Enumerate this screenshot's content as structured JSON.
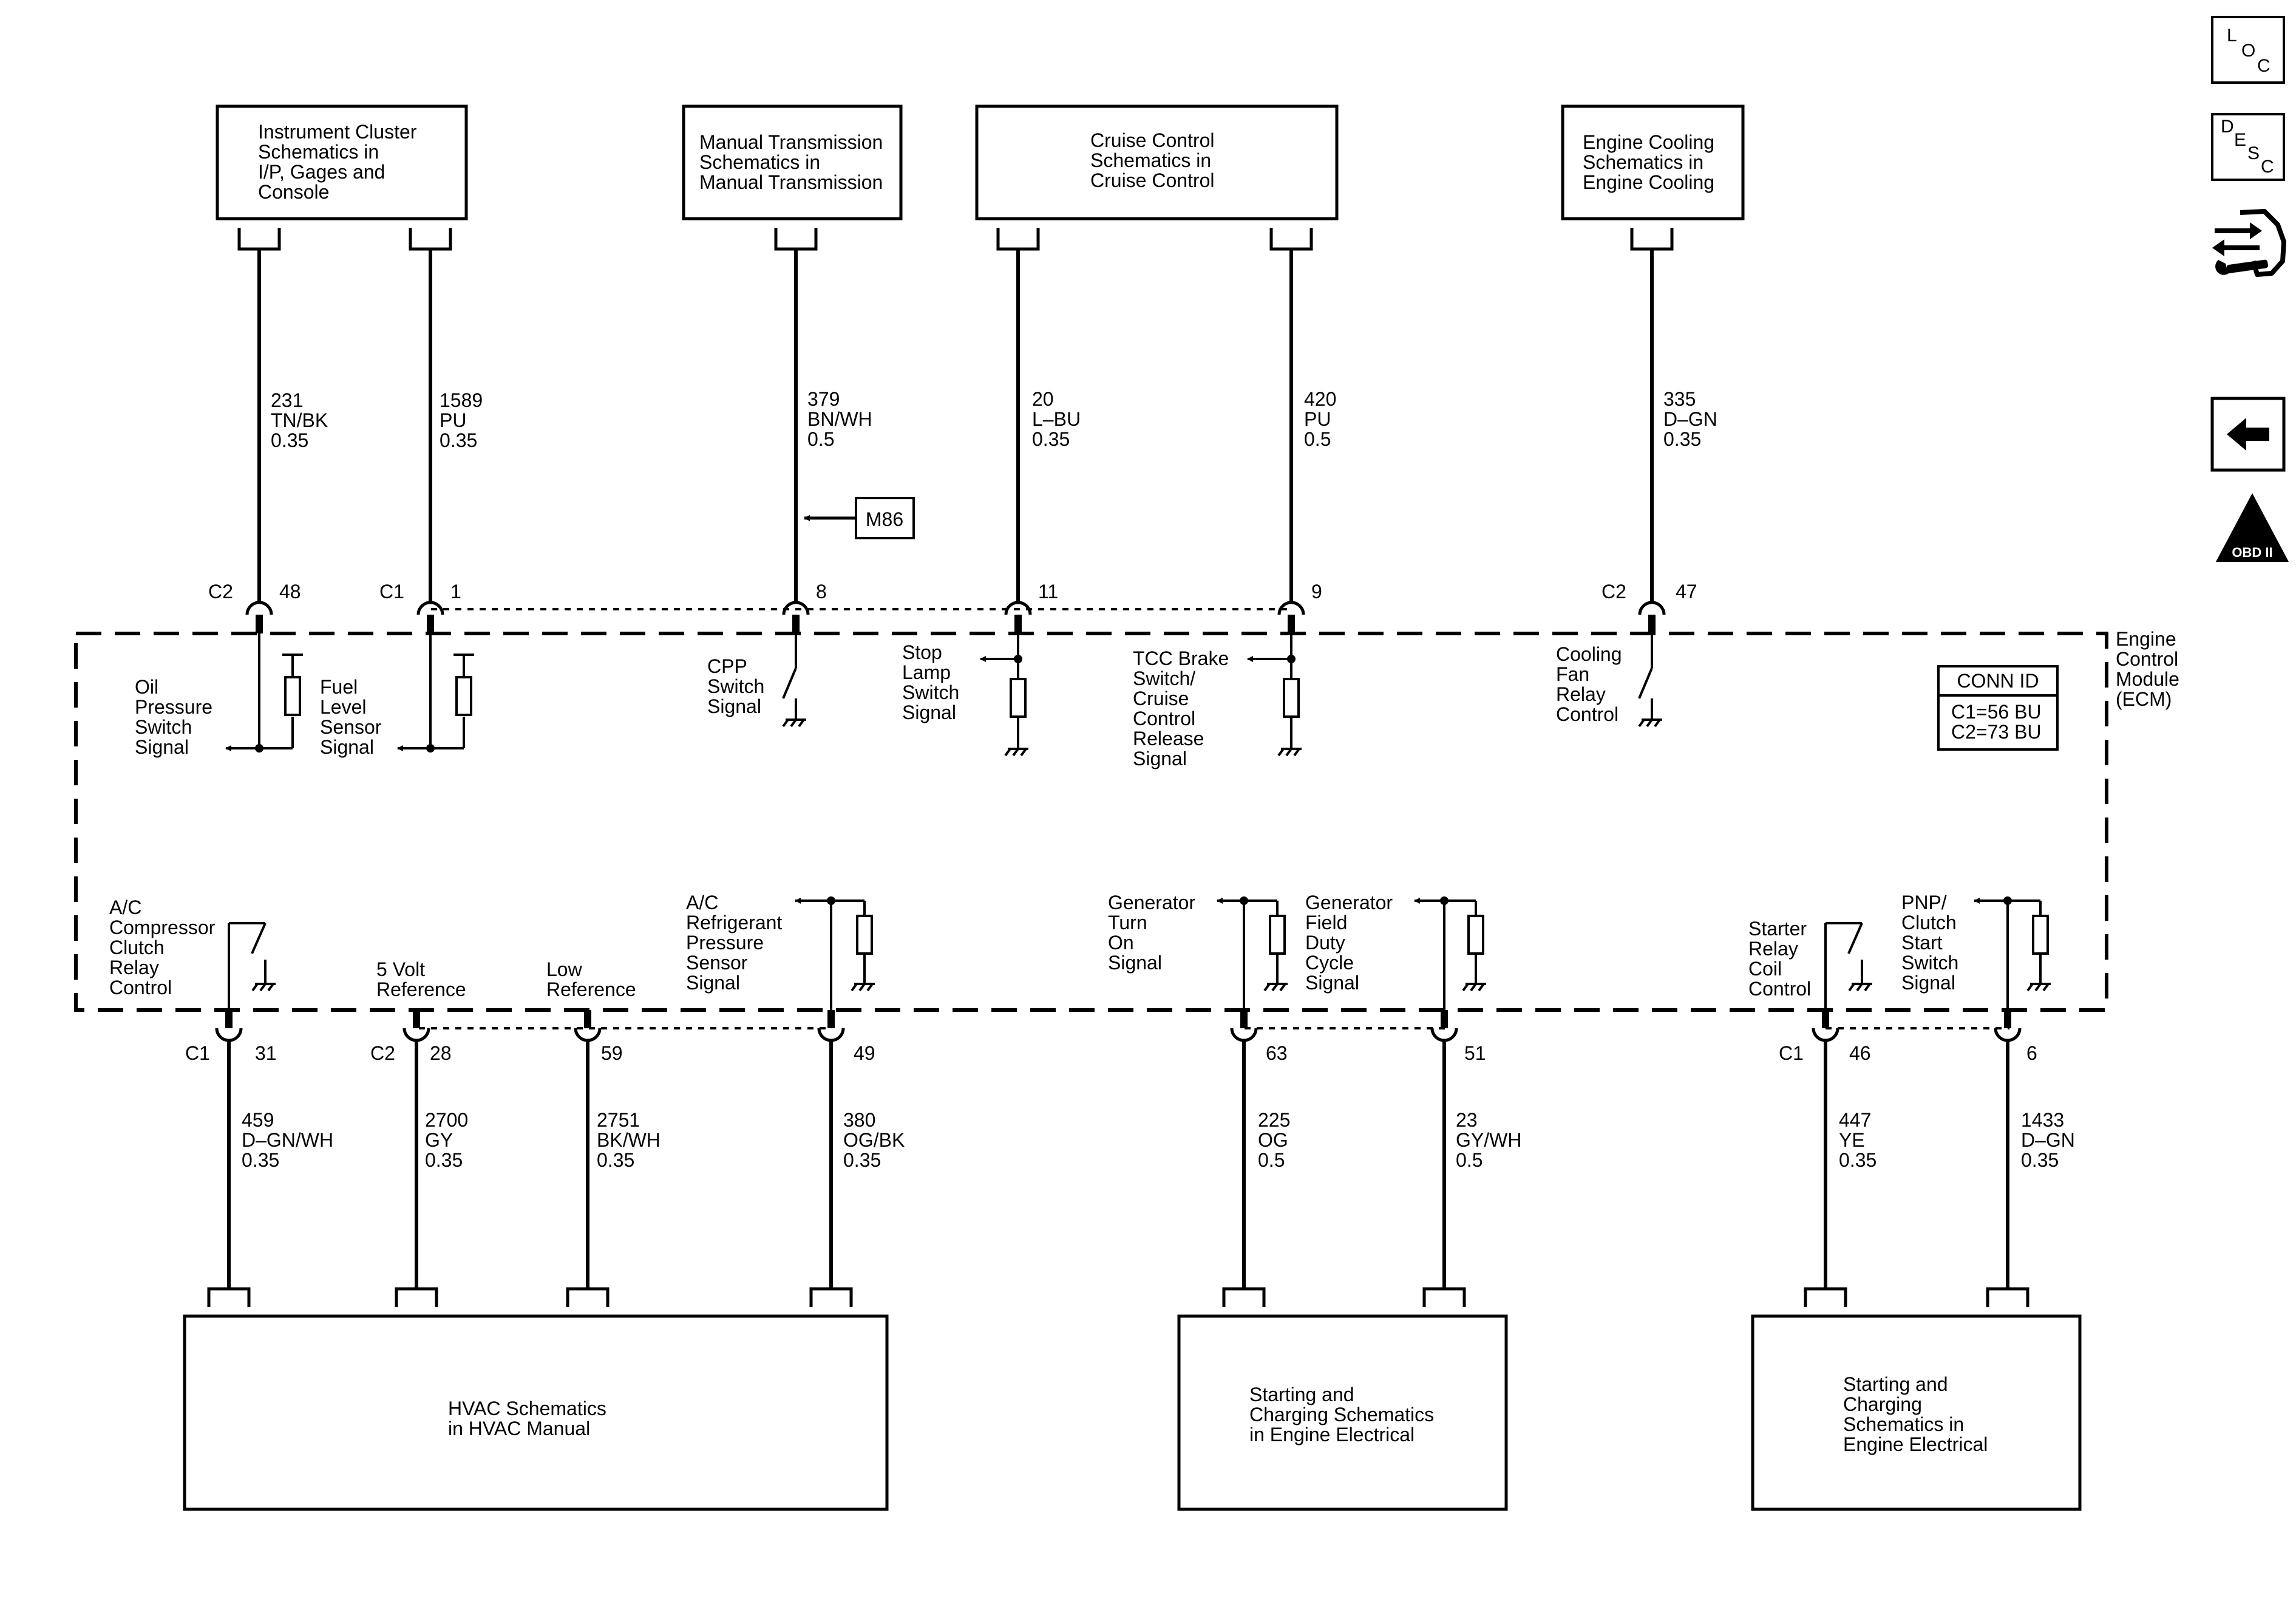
{
  "top_modules": [
    {
      "label": [
        "Instrument Cluster",
        "Schematics in",
        "I/P, Gages and",
        "Console"
      ]
    },
    {
      "label": [
        "Manual Transmission",
        "Schematics in",
        "Manual Transmission"
      ]
    },
    {
      "label": [
        "Cruise Control",
        "Schematics in",
        "Cruise Control"
      ]
    },
    {
      "label": [
        "Engine Cooling",
        "Schematics in",
        "Engine Cooling"
      ]
    }
  ],
  "bottom_modules": [
    {
      "label": [
        "HVAC Schematics",
        "in HVAC Manual"
      ]
    },
    {
      "label": [
        "Starting and",
        "Charging Schematics",
        "in Engine Electrical"
      ]
    },
    {
      "label": [
        "Starting and",
        "Charging",
        "Schematics in",
        "Engine Electrical"
      ]
    }
  ],
  "top_wires": [
    {
      "circuit": "231",
      "color": "TN/BK",
      "gauge": "0.35",
      "connector": "C2",
      "pin": "48",
      "signal": [
        "Oil",
        "Pressure",
        "Switch",
        "Signal"
      ]
    },
    {
      "circuit": "1589",
      "color": "PU",
      "gauge": "0.35",
      "connector": "C1",
      "pin": "1",
      "signal": [
        "Fuel",
        "Level",
        "Sensor",
        "Signal"
      ]
    },
    {
      "circuit": "379",
      "color": "BN/WH",
      "gauge": "0.5",
      "connector": "",
      "pin": "8",
      "signal": [
        "CPP",
        "Switch",
        "Signal"
      ]
    },
    {
      "circuit": "20",
      "color": "L–BU",
      "gauge": "0.35",
      "connector": "",
      "pin": "11",
      "signal": [
        "Stop",
        "Lamp",
        "Switch",
        "Signal"
      ]
    },
    {
      "circuit": "420",
      "color": "PU",
      "gauge": "0.5",
      "connector": "",
      "pin": "9",
      "signal": [
        "TCC Brake",
        "Switch/",
        "Cruise",
        "Control",
        "Release",
        "Signal"
      ]
    },
    {
      "circuit": "335",
      "color": "D–GN",
      "gauge": "0.35",
      "connector": "C2",
      "pin": "47",
      "signal": [
        "Cooling",
        "Fan",
        "Relay",
        "Control"
      ]
    }
  ],
  "bottom_wires": [
    {
      "circuit": "459",
      "color": "D–GN/WH",
      "gauge": "0.35",
      "connector": "C1",
      "pin": "31",
      "signal": [
        "A/C",
        "Compressor",
        "Clutch",
        "Relay",
        "Control"
      ]
    },
    {
      "circuit": "2700",
      "color": "GY",
      "gauge": "0.35",
      "connector": "C2",
      "pin": "28",
      "signal": [
        "5 Volt",
        "Reference"
      ]
    },
    {
      "circuit": "2751",
      "color": "BK/WH",
      "gauge": "0.35",
      "connector": "",
      "pin": "59",
      "signal": [
        "Low",
        "Reference"
      ]
    },
    {
      "circuit": "380",
      "color": "OG/BK",
      "gauge": "0.35",
      "connector": "",
      "pin": "49",
      "signal": [
        "A/C",
        "Refrigerant",
        "Pressure",
        "Sensor",
        "Signal"
      ]
    },
    {
      "circuit": "225",
      "color": "OG",
      "gauge": "0.5",
      "connector": "",
      "pin": "63",
      "signal": [
        "Generator",
        "Turn",
        "On",
        "Signal"
      ]
    },
    {
      "circuit": "23",
      "color": "GY/WH",
      "gauge": "0.5",
      "connector": "",
      "pin": "51",
      "signal": [
        "Generator",
        "Field",
        "Duty",
        "Cycle",
        "Signal"
      ]
    },
    {
      "circuit": "447",
      "color": "YE",
      "gauge": "0.35",
      "connector": "C1",
      "pin": "46",
      "signal": [
        "Starter",
        "Relay",
        "Coil",
        "Control"
      ]
    },
    {
      "circuit": "1433",
      "color": "D–GN",
      "gauge": "0.35",
      "connector": "",
      "pin": "6",
      "signal": [
        "PNP/",
        "Clutch",
        "Start",
        "Switch",
        "Signal"
      ]
    }
  ],
  "option_tag": "M86",
  "ecm_label": [
    "Engine",
    "Control",
    "Module",
    "(ECM)"
  ],
  "conn_id": {
    "title": "CONN ID",
    "lines": [
      "C1=56 BU",
      "C2=73 BU"
    ]
  },
  "sidebar": {
    "loc": {
      "l": "L",
      "o": "O",
      "c": "C"
    },
    "desc": {
      "d": "D",
      "e": "E",
      "s": "S",
      "c": "C"
    },
    "obd": {
      "numeral": "II",
      "label": "OBD II"
    }
  }
}
